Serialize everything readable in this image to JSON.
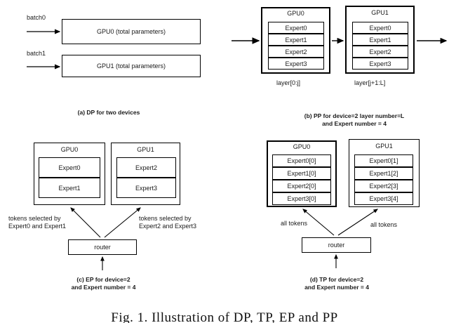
{
  "figure": {
    "caption": "Fig. 1. Illustration of DP, TP, EP and PP"
  },
  "panel_a": {
    "caption": "(a) DP for two devices",
    "inputs": [
      {
        "label": "batch0"
      },
      {
        "label": "batch1"
      }
    ],
    "boxes": [
      {
        "label": "GPU0 (total parameters)"
      },
      {
        "label": "GPU1 (total parameters)"
      }
    ]
  },
  "panel_b": {
    "caption_line1": "(b) PP for device=2 layer number=L",
    "caption_line2": "and Expert number = 4",
    "devices": [
      {
        "title": "GPU0",
        "experts": [
          "Expert0",
          "Expert1",
          "Expert2",
          "Expert3"
        ],
        "sublabel": "layer[0:j]"
      },
      {
        "title": "GPU1",
        "experts": [
          "Expert0",
          "Expert1",
          "Expert2",
          "Expert3"
        ],
        "sublabel": "layer[j+1:L]"
      }
    ]
  },
  "panel_c": {
    "caption_line1": "(c) EP for device=2",
    "caption_line2": "and Expert number = 4",
    "router_label": "router",
    "devices": [
      {
        "title": "GPU0",
        "experts": [
          "Expert0",
          "Expert1"
        ],
        "edge_label_line1": "tokens selected by",
        "edge_label_line2": "Expert0 and Expert1"
      },
      {
        "title": "GPU1",
        "experts": [
          "Expert2",
          "Expert3"
        ],
        "edge_label_line1": "tokens selected by",
        "edge_label_line2": "Expert2 and Expert3"
      }
    ]
  },
  "panel_d": {
    "caption_line1": "(d) TP for device=2",
    "caption_line2": "and Expert number = 4",
    "router_label": "router",
    "devices": [
      {
        "title": "GPU0",
        "experts": [
          "Expert0[0]",
          "Expert1[0]",
          "Expert2[0]",
          "Expert3[0]"
        ],
        "edge_label": "all tokens"
      },
      {
        "title": "GPU1",
        "experts": [
          "Expert0[1]",
          "Expert1[2]",
          "Expert2[3]",
          "Expert3[4]"
        ],
        "edge_label": "all tokens"
      }
    ]
  }
}
